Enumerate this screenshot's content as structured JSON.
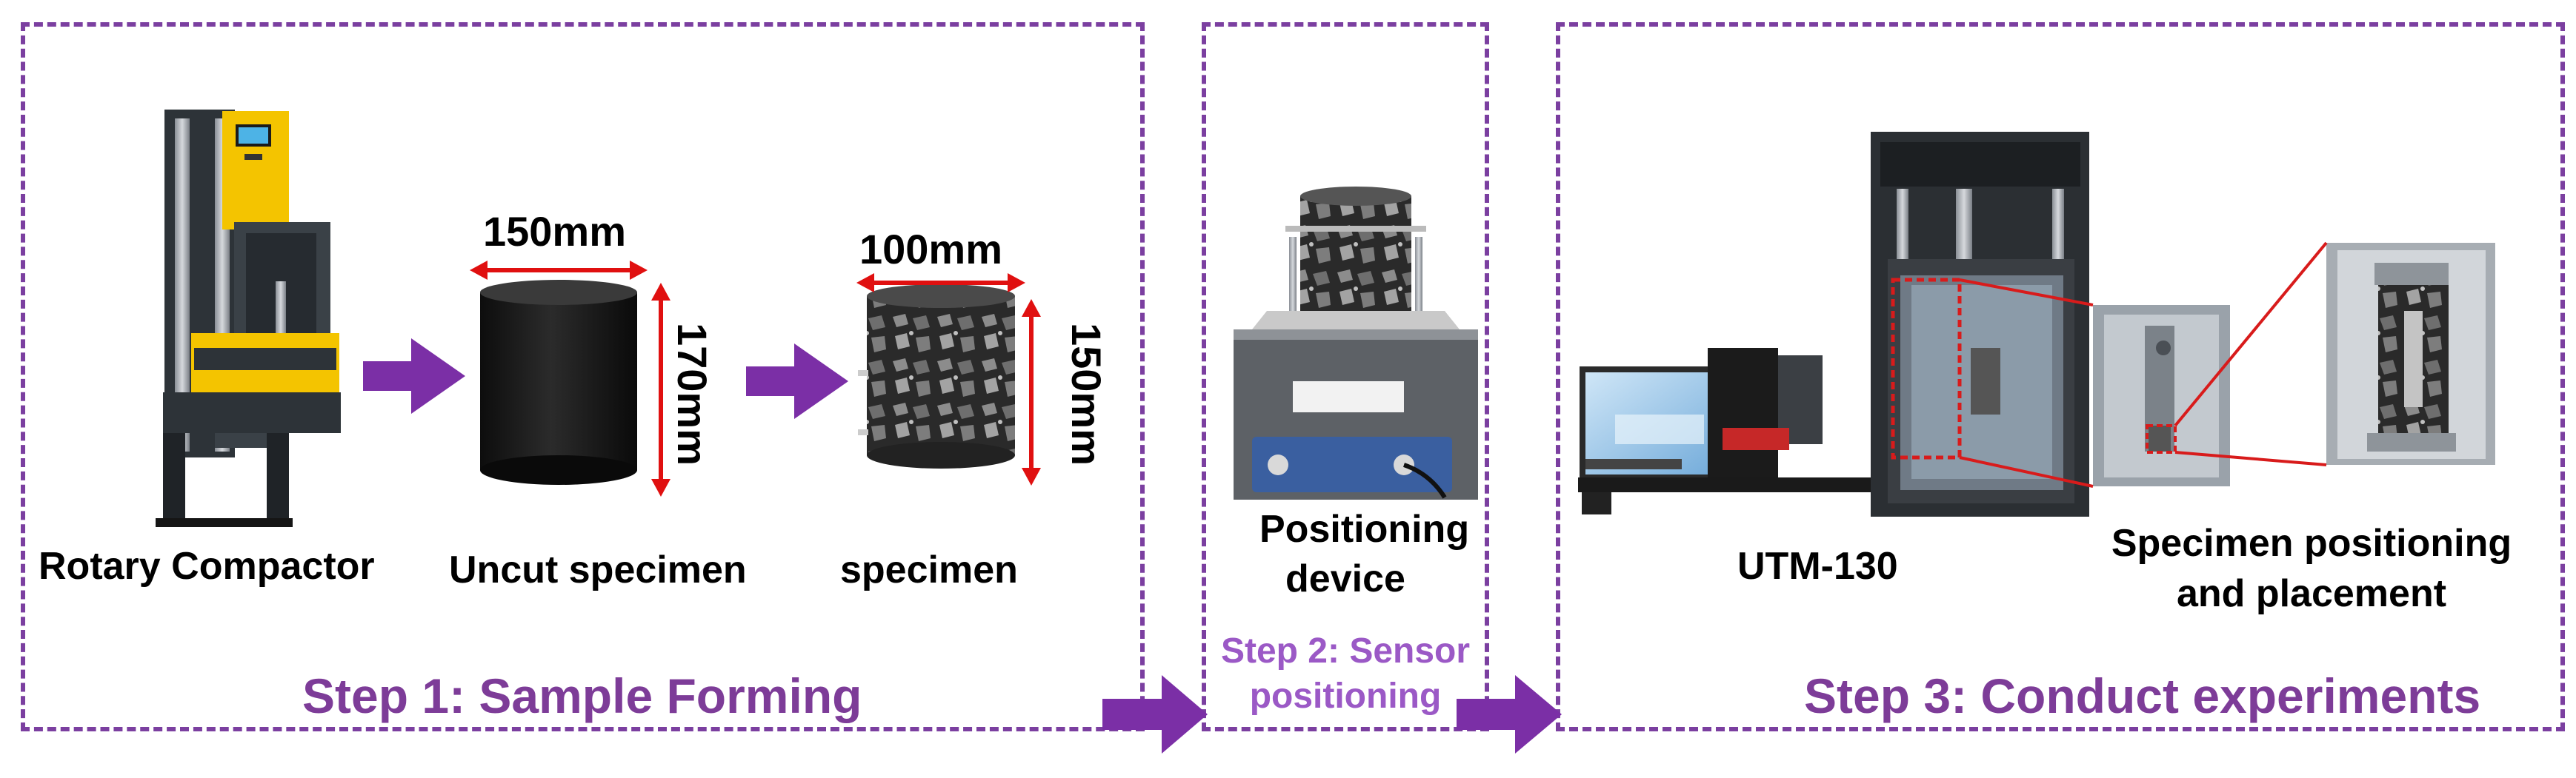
{
  "colors": {
    "border": "#7b3fa0",
    "step_title": "#7d3c98",
    "step2_title": "#9b59c6",
    "arrow": "#7b2fa6",
    "dimension_line": "#e01010",
    "callout": "#d81b1b"
  },
  "step1": {
    "title": "Step 1: Sample Forming",
    "items": [
      {
        "caption": "Rotary Compactor",
        "image": "rotary-compactor-photo"
      },
      {
        "caption": "Uncut specimen",
        "image": "uncut-specimen-photo",
        "width_label": "150mm",
        "height_label": "170mm"
      },
      {
        "caption": "specimen",
        "image": "cut-specimen-photo",
        "width_label": "100mm",
        "height_label": "150mm"
      }
    ]
  },
  "step2": {
    "title_line1": "Step 2: Sensor",
    "title_line2": "positioning",
    "item": {
      "caption_line1": "Positioning",
      "caption_line2": "device",
      "image": "positioning-device-photo"
    }
  },
  "step3": {
    "title": "Step 3: Conduct experiments",
    "items": [
      {
        "caption": "UTM-130",
        "image": "utm-130-photo"
      },
      {
        "caption_line1": "Specimen positioning",
        "caption_line2": "and placement",
        "image": "specimen-placement-photo"
      }
    ]
  }
}
